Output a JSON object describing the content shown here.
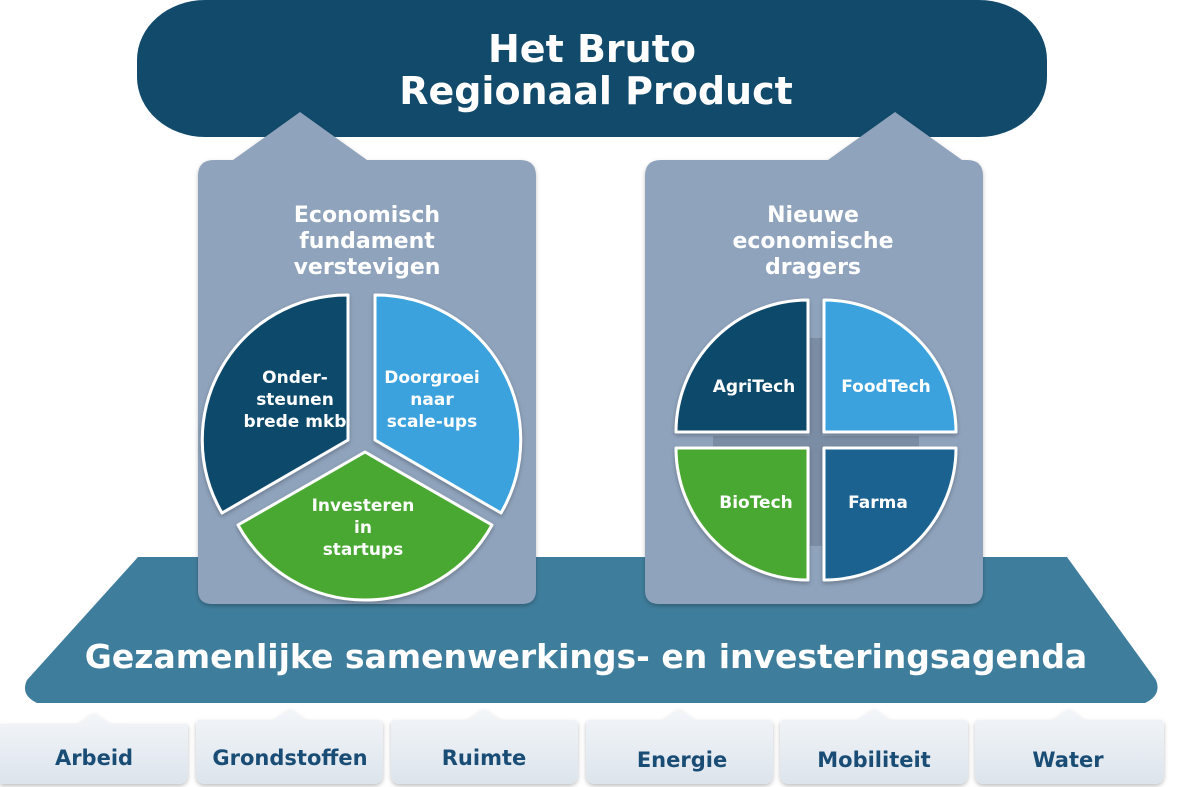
{
  "colors": {
    "dark_navy": "#114a6b",
    "platform": "#3f7d9c",
    "pillar": "#8fa3bc",
    "light_blue": "#3aa2de",
    "green": "#4aa832",
    "mid_blue": "#1a6290",
    "foundation_tab": "#e4ebf2",
    "foundation_text": "#1a4d75"
  },
  "top": {
    "line1": "Het Bruto",
    "line2": "Regionaal Product"
  },
  "left_pillar": {
    "title": [
      "Economisch",
      "fundament",
      "verstevigen"
    ],
    "segments": [
      {
        "lines": [
          "Onder-",
          "steunen",
          "brede mkb"
        ],
        "color": "dark_navy"
      },
      {
        "lines": [
          "Doorgroei",
          "naar",
          "scale-ups"
        ],
        "color": "light_blue"
      },
      {
        "lines": [
          "Investeren",
          "in",
          "startups"
        ],
        "color": "green"
      }
    ]
  },
  "right_pillar": {
    "title": [
      "Nieuwe",
      "economische",
      "dragers"
    ],
    "quadrants": [
      {
        "label": "AgriTech",
        "color": "dark_navy"
      },
      {
        "label": "FoodTech",
        "color": "light_blue"
      },
      {
        "label": "BioTech",
        "color": "green"
      },
      {
        "label": "Farma",
        "color": "mid_blue"
      }
    ]
  },
  "platform": {
    "label": "Gezamenlijke samenwerkings- en investeringsagenda"
  },
  "foundation": [
    "Arbeid",
    "Grondstoffen",
    "Ruimte",
    "Energie",
    "Mobiliteit",
    "Water"
  ]
}
